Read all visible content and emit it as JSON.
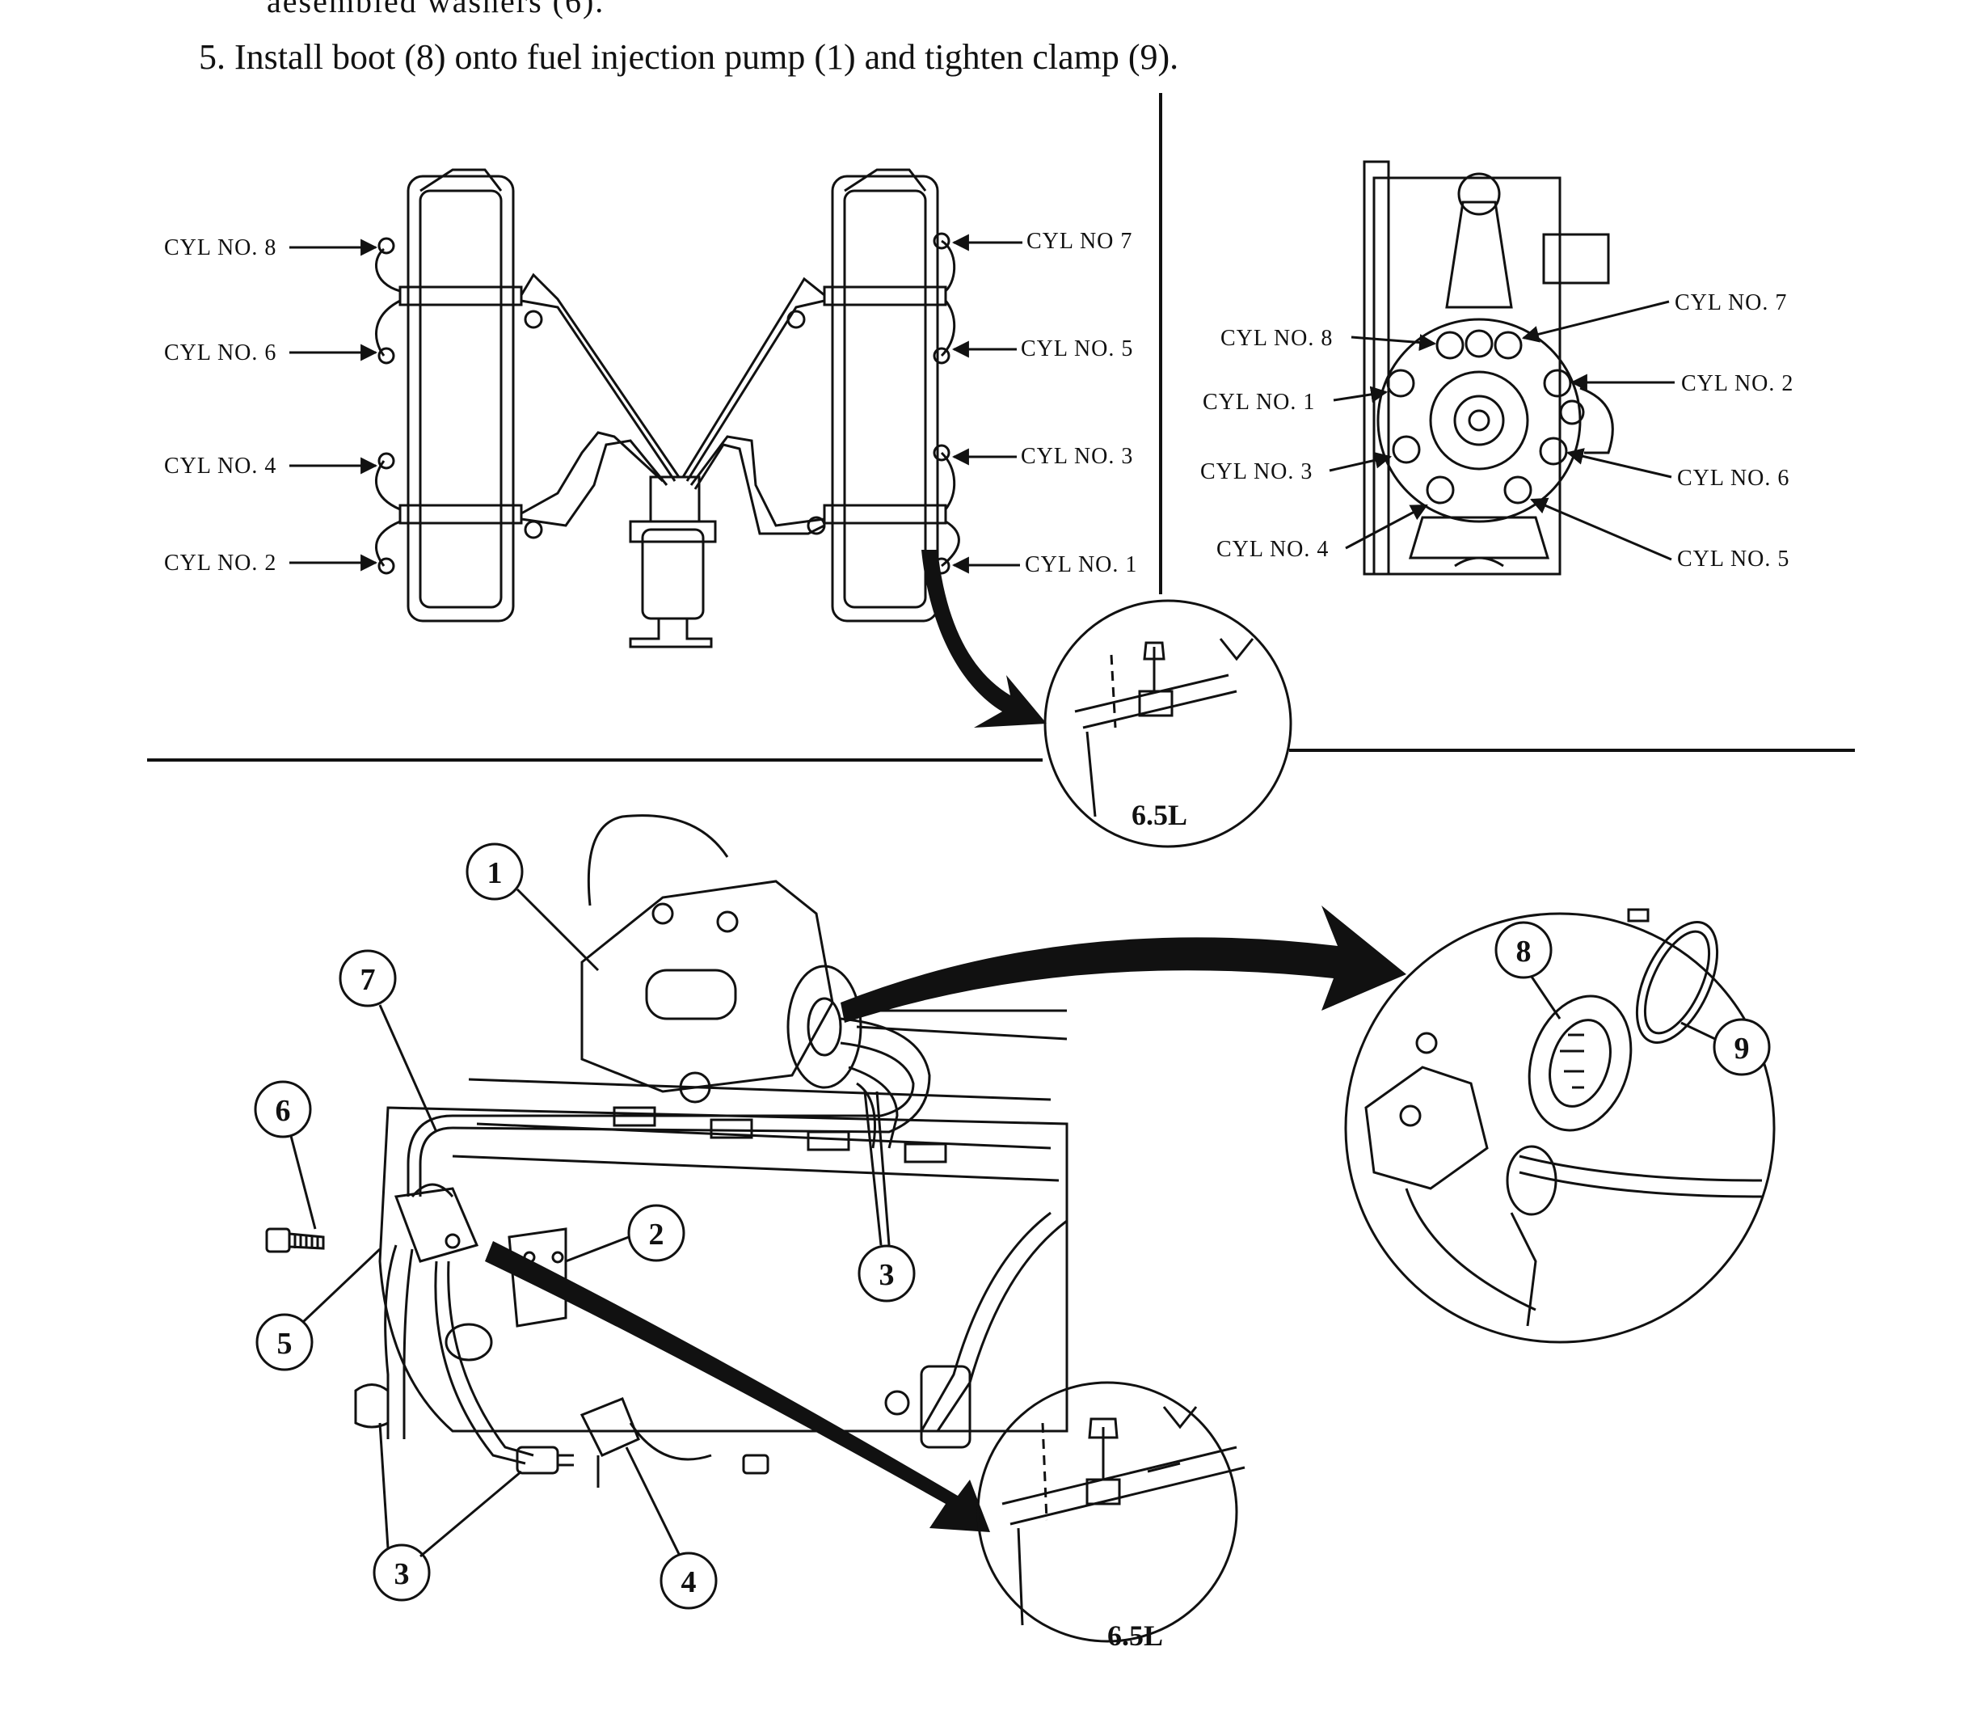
{
  "text": {
    "line_top": "aesembled washers (6).",
    "line_step": "5. Install boot (8) onto fuel injection pump (1) and tighten clamp (9)."
  },
  "top_left_diagram": {
    "left_labels": [
      "CYL NO. 8",
      "CYL NO. 6",
      "CYL NO. 4",
      "CYL NO. 2"
    ],
    "right_labels": [
      "CYL NO 7",
      "CYL NO. 5",
      "CYL NO. 3",
      "CYL NO. 1"
    ]
  },
  "top_right_diagram": {
    "left_labels": [
      "CYL NO. 8",
      "CYL NO. 1",
      "CYL NO. 3",
      "CYL NO. 4"
    ],
    "right_labels": [
      "CYL NO. 7",
      "CYL NO. 2",
      "CYL NO. 6",
      "CYL NO. 5"
    ]
  },
  "detail_labels": [
    "6.5L",
    "6.5L"
  ],
  "callouts": [
    "1",
    "7",
    "6",
    "2",
    "5",
    "3",
    "3",
    "4",
    "8",
    "9"
  ],
  "colors": {
    "ink": "#111111",
    "paper": "#ffffff"
  }
}
